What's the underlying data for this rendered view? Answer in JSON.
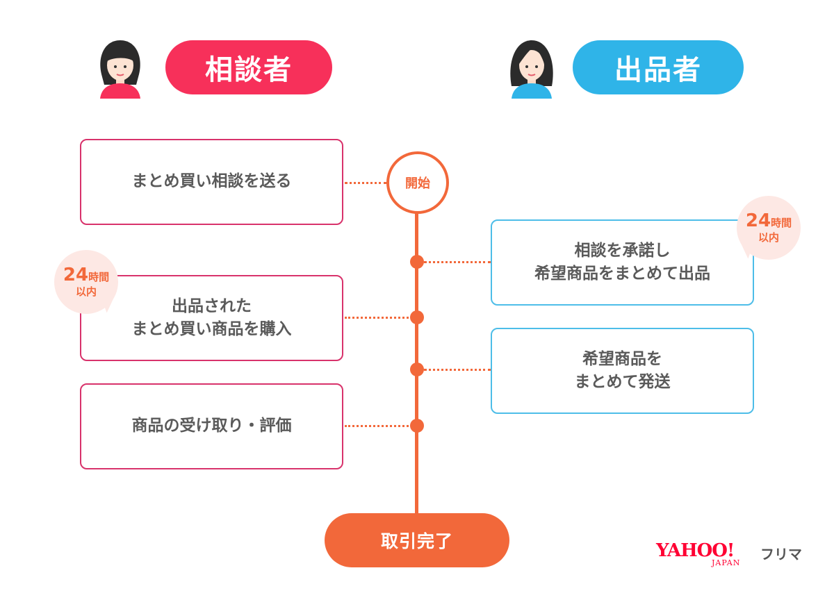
{
  "roles": {
    "consultant_label": "相談者",
    "seller_label": "出品者"
  },
  "steps": {
    "consultant": [
      "まとめ買い相談を送る",
      "出品された\nまとめ買い商品を購入",
      "商品の受け取り・評価"
    ],
    "seller": [
      "相談を承諾し\n希望商品をまとめて出品",
      "希望商品を\nまとめて発送"
    ]
  },
  "timeline": {
    "start_label": "開始",
    "end_label": "取引完了"
  },
  "badges": {
    "limit_number": "24",
    "limit_unit": "時間",
    "limit_suffix": "以内"
  },
  "logo": {
    "brand": "YAHOO!",
    "brand_sub": "JAPAN",
    "product": "フリマ"
  },
  "colors": {
    "consultant": "#f7305a",
    "seller": "#2fb4e8",
    "timeline": "#f2683a"
  }
}
